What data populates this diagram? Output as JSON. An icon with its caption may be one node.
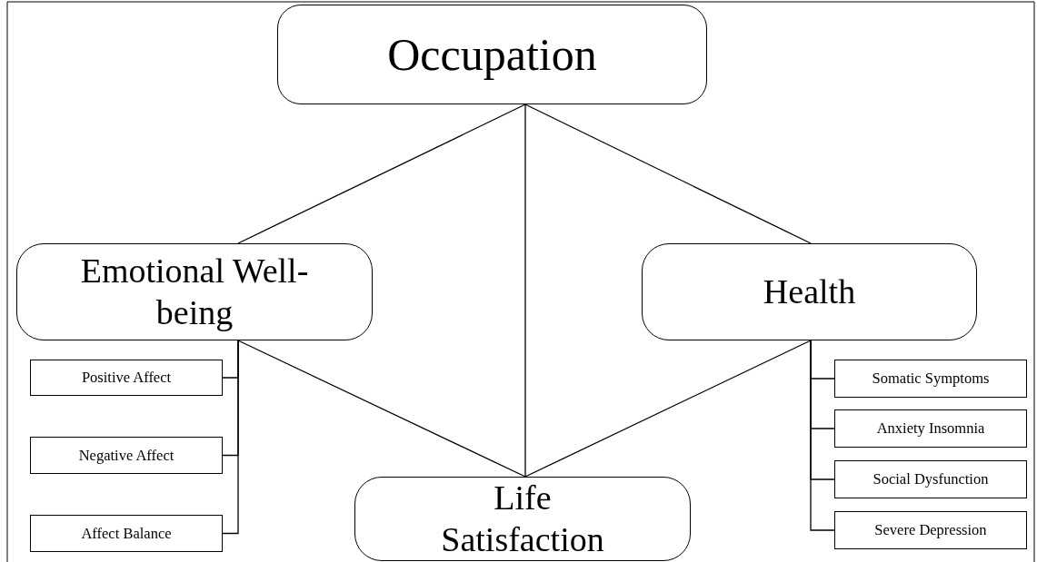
{
  "diagram": {
    "nodes": [
      {
        "text": [
          "Occupation"
        ]
      },
      {
        "text": [
          "Emotional Well-being"
        ]
      },
      {
        "text": [
          "Health"
        ]
      },
      {
        "text": [
          "Positive Affect"
        ]
      },
      {
        "text": [
          "Negative Affect"
        ]
      },
      {
        "text": [
          "Affect Balance"
        ]
      },
      {
        "text": [
          "Somatic Symptoms"
        ]
      },
      {
        "text": [
          "Anxiety Insomnia"
        ]
      },
      {
        "text": [
          "Social Dysfunction"
        ]
      },
      {
        "text": [
          "Severe Depression"
        ]
      },
      {
        "text": [
          "Life Satisfaction"
        ]
      }
    ],
    "edges": [
      {
        "from": 0,
        "to": 1,
        "arrow": "none"
      },
      {
        "from": 0,
        "to": 10,
        "arrow": "none"
      },
      {
        "from": 0,
        "to": 2,
        "arrow": "none"
      },
      {
        "from": 1,
        "to": 10,
        "arrow": "none"
      },
      {
        "from": 2,
        "to": 10,
        "arrow": "none"
      },
      {
        "from": 1,
        "to": 3,
        "arrow": "none"
      },
      {
        "from": 1,
        "to": 4,
        "arrow": "none"
      },
      {
        "from": 1,
        "to": 5,
        "arrow": "none"
      },
      {
        "from": 2,
        "to": 6,
        "arrow": "none"
      },
      {
        "from": 2,
        "to": 7,
        "arrow": "none"
      },
      {
        "from": 2,
        "to": 8,
        "arrow": "none"
      },
      {
        "from": 2,
        "to": 9,
        "arrow": "none"
      }
    ]
  }
}
